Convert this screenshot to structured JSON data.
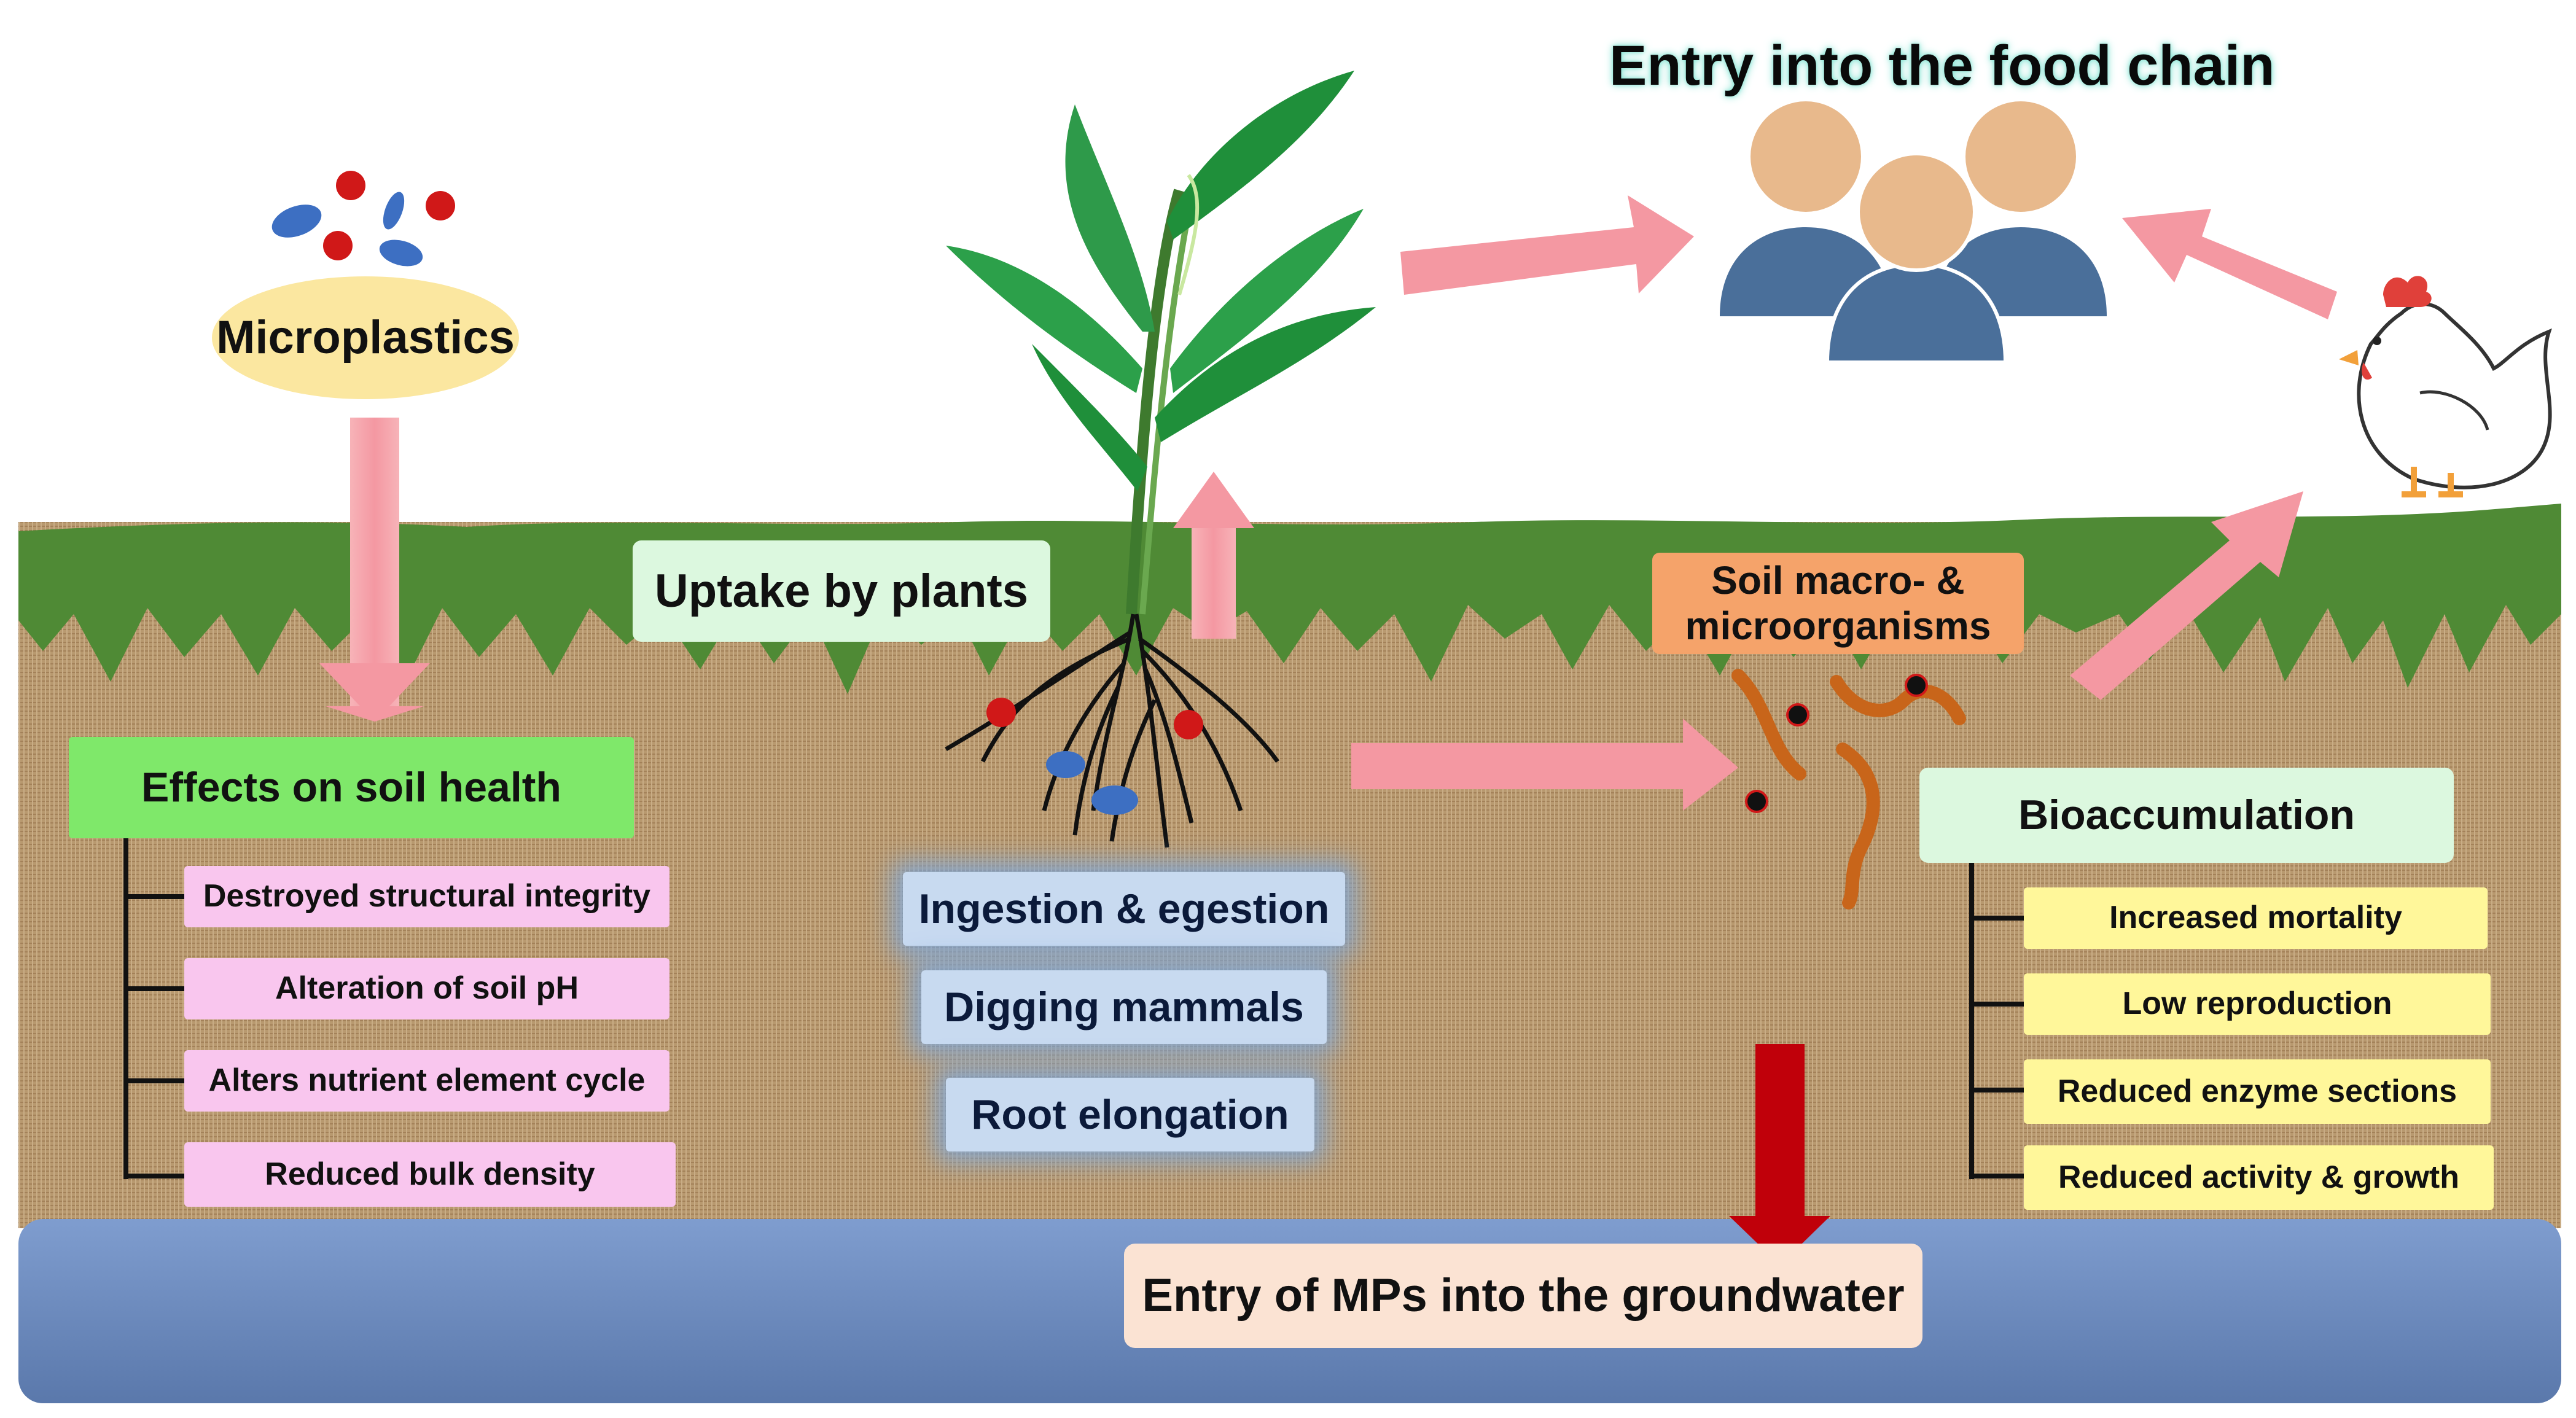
{
  "title": "Entry into the food chain",
  "microplastics_label": "Microplastics",
  "uptake_label": "Uptake by plants",
  "soil_organisms_label": "Soil macro- & microorganisms",
  "soil_health": {
    "heading": "Effects on soil health",
    "items": [
      "Destroyed structural integrity",
      "Alteration of soil pH",
      "Alters nutrient element cycle",
      "Reduced bulk density"
    ]
  },
  "processes": [
    "Ingestion & egestion",
    "Digging mammals",
    "Root elongation"
  ],
  "bioaccumulation": {
    "heading": "Bioaccumulation",
    "items": [
      "Increased mortality",
      "Low reproduction",
      "Reduced enzyme sections",
      "Reduced activity & growth"
    ]
  },
  "groundwater_label": "Entry of MPs into the groundwater",
  "colors": {
    "soil": "#b89870",
    "grass": "#4f8a35",
    "water": "#6f8fc4",
    "arrow_pink": "#f4a0a8",
    "arrow_dark_red": "#c0000a",
    "particle_red": "#d01818",
    "particle_blue": "#3d6fc2",
    "worm": "#c8651a",
    "people_skin": "#e8b98c",
    "people_body": "#4a6f9a"
  },
  "icons": [
    "microplastic-particles-icon",
    "plant-icon",
    "people-group-icon",
    "chicken-icon",
    "earthworms-icon"
  ]
}
